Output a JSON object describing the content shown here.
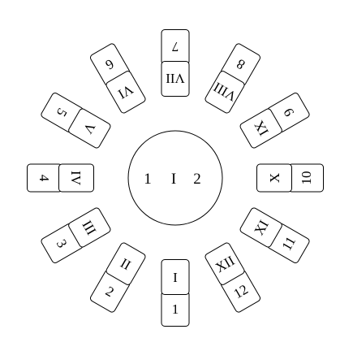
{
  "center": {
    "left": "1",
    "middle": "I",
    "right": "2"
  },
  "pairs": [
    {
      "arabic": "1",
      "roman": "I"
    },
    {
      "arabic": "2",
      "roman": "II"
    },
    {
      "arabic": "3",
      "roman": "III"
    },
    {
      "arabic": "4",
      "roman": "IV"
    },
    {
      "arabic": "5",
      "roman": "V"
    },
    {
      "arabic": "6",
      "roman": "VI"
    },
    {
      "arabic": "7",
      "roman": "VII"
    },
    {
      "arabic": "8",
      "roman": "VIII"
    },
    {
      "arabic": "9",
      "roman": "IX"
    },
    {
      "arabic": "10",
      "roman": "X"
    },
    {
      "arabic": "11",
      "roman": "XI"
    },
    {
      "arabic": "12",
      "roman": "XII"
    }
  ]
}
